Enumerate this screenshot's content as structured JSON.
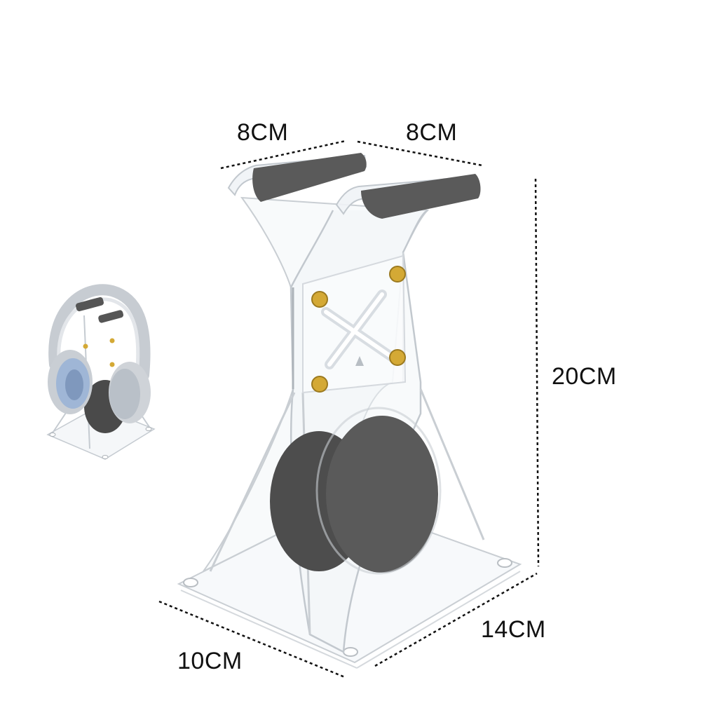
{
  "dimensions": {
    "top_left_width": "8CM",
    "top_right_width": "8CM",
    "height": "20CM",
    "depth": "14CM",
    "base_width": "10CM"
  },
  "colors": {
    "acrylic_edge": "#c9ced3",
    "pad": "#5a5a5a",
    "screw": "#d4a935",
    "dimension_line": "#111111",
    "headphone_blue": "#9fb6d6",
    "headphone_silver": "#cfd3d8"
  },
  "icons": {
    "thumbnail": "headphones-on-stand-thumbnail",
    "product": "acrylic-headphone-stand"
  }
}
